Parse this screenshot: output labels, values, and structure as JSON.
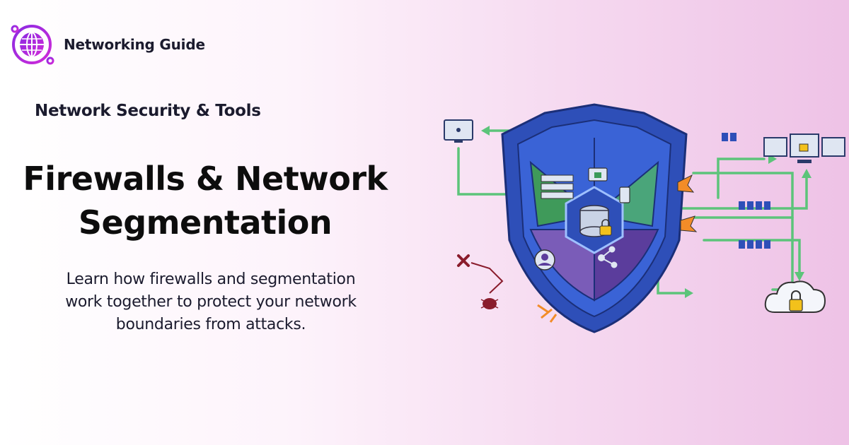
{
  "brand": {
    "name": "Networking Guide",
    "accent": "#a020e0"
  },
  "category": "Network Security & Tools",
  "title_lines": [
    "Firewalls & Network",
    "Segmentation"
  ],
  "description_lines": [
    "Learn how firewalls and segmentation",
    "work together to protect your network",
    "boundaries from attacks."
  ],
  "colors": {
    "shield_outer": "#2e4fb8",
    "shield_inner": "#3a63d6",
    "zone_green": "#3f9a5a",
    "zone_teal": "#4aa57a",
    "zone_purple": "#7a5cb8",
    "zone_violet": "#5b3d9c",
    "flow_line": "#5cc47a",
    "threat": "#8a1c2c",
    "firewall_flag": "#f28c28"
  },
  "icons": [
    "globe-icon",
    "monitor-network-icon",
    "server-rack-icon",
    "lock-icon",
    "database-lock-icon",
    "user-icon",
    "network-nodes-icon",
    "bug-icon",
    "blocked-x-icon",
    "desktop-lock-icon",
    "cloud-lock-icon",
    "document-icon"
  ]
}
